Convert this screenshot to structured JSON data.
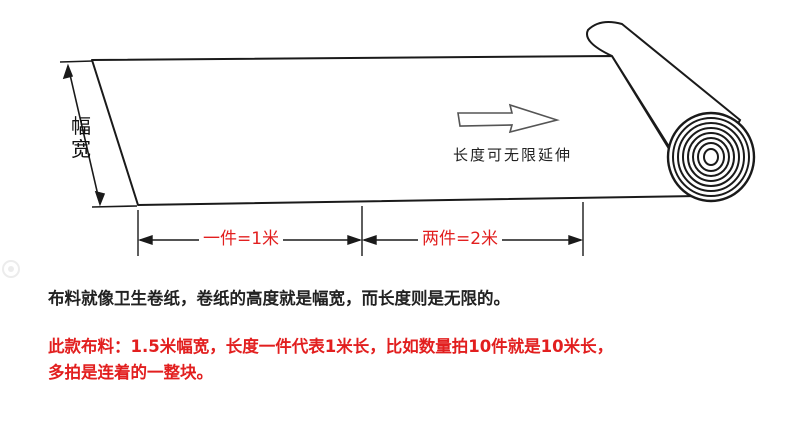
{
  "diagram": {
    "width_label_chars": [
      "幅",
      "宽"
    ],
    "arrow_text": "长度可无限延伸",
    "segment_one": "一件=1米",
    "segment_two": "两件=2米"
  },
  "text": {
    "line1": "布料就像卫生卷纸，卷纸的高度就是幅宽，而长度则是无限的。",
    "line2": "此款布料：1.5米幅宽，长度一件代表1米长，比如数量拍10件就是10米长，",
    "line3": "多拍是连着的一整块。"
  },
  "colors": {
    "accent": "#e21f1f",
    "ink": "#1a1a1a"
  }
}
